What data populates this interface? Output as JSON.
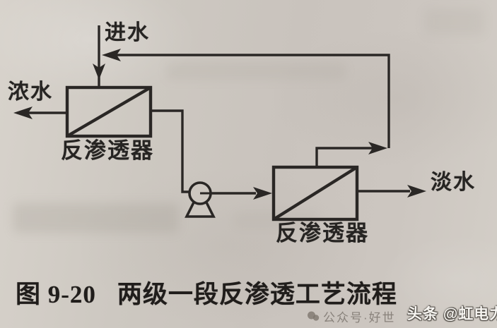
{
  "diagram": {
    "labels": {
      "feed": "进水",
      "concentrate": "浓水",
      "permeate": "淡水",
      "ro_unit_1": "反渗透器",
      "ro_unit_2": "反渗透器"
    },
    "caption": {
      "number": "图 9-20",
      "title": "两级一段反渗透工艺流程"
    },
    "watermarks": {
      "wechat_fragment": "公众号·好世",
      "toutiao": "头条 @虹电力"
    },
    "colors": {
      "paper": "#cdc7c0",
      "ink": "#2a2725",
      "watermark_grey": "#8d8780",
      "watermark_white": "#f7f5f1"
    }
  }
}
